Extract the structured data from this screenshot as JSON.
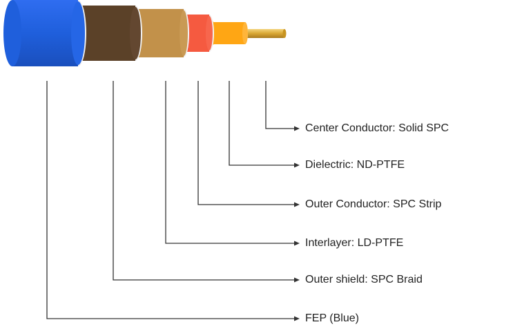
{
  "colors": {
    "jacket": "#1f5fdc",
    "outer_shield": "#5b4128",
    "interlayer": "#c2914a",
    "outer_conductor": "#f55a40",
    "dielectric": "#ffa614",
    "center_conductor": "#d9a733",
    "separator": "#f1f1f1",
    "leader_line": "#333333",
    "label_text": "#222222"
  },
  "layers": [
    {
      "id": "center-conductor",
      "label": "Center Conductor: Solid SPC",
      "icon": "arrow-right-icon"
    },
    {
      "id": "dielectric",
      "label": "Dielectric: ND-PTFE",
      "icon": "arrow-right-icon"
    },
    {
      "id": "outer-conductor",
      "label": "Outer Conductor: SPC Strip",
      "icon": "arrow-right-icon"
    },
    {
      "id": "interlayer",
      "label": "Interlayer: LD-PTFE",
      "icon": "arrow-right-icon"
    },
    {
      "id": "outer-shield",
      "label": "Outer shield: SPC Braid",
      "icon": "arrow-right-icon"
    },
    {
      "id": "fep-jacket",
      "label": "FEP (Blue)",
      "icon": "arrow-right-icon"
    }
  ]
}
